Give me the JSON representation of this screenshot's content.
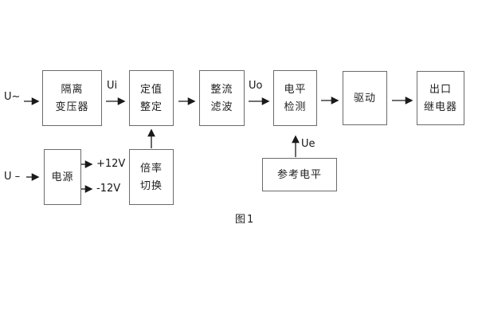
{
  "caption": "图1",
  "labels": {
    "input_ac": "U~",
    "input_dc": "U –",
    "ui": "Ui",
    "uo": "Uo",
    "ue": "Ue",
    "plus_12v": "+12V",
    "minus_12v": "-12V"
  },
  "blocks": {
    "isolation_transformer": {
      "line1": "隔离",
      "line2": "变压器"
    },
    "setpoint_adjust": {
      "line1": "定值",
      "line2": "整定"
    },
    "rectifier_filter": {
      "line1": "整流",
      "line2": "滤波"
    },
    "level_detection": {
      "line1": "电平",
      "line2": "检测"
    },
    "drive": {
      "line1": "驱动"
    },
    "output_relay": {
      "line1": "出口",
      "line2": "继电器"
    },
    "power_supply": {
      "line1": "电源"
    },
    "ratio_switch": {
      "line1": "倍率",
      "line2": "切换"
    },
    "reference_level": {
      "line1": "参考电平"
    }
  },
  "colors": {
    "background": "#ffffff",
    "box_border": "#6b6b6b",
    "ink": "#1a1a1a"
  }
}
